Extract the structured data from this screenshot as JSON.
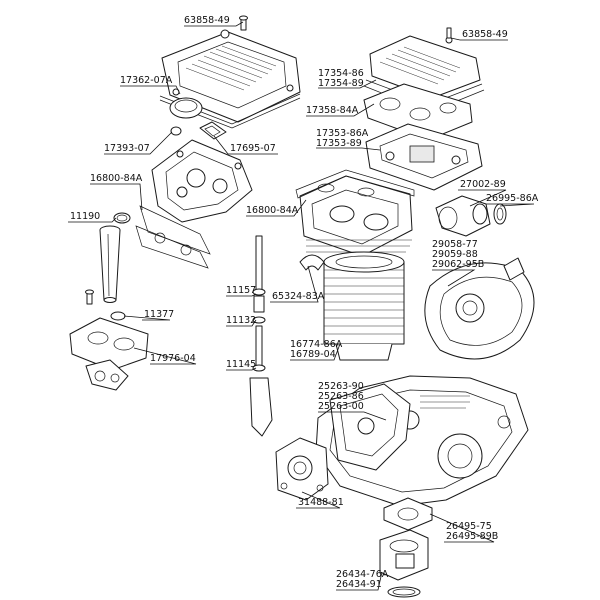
{
  "callouts": [
    {
      "id": "c1",
      "lines": [
        "63858-49"
      ]
    },
    {
      "id": "c2",
      "lines": [
        "63858-49"
      ]
    },
    {
      "id": "c3",
      "lines": [
        "17362-07A"
      ]
    },
    {
      "id": "c4",
      "lines": [
        "17354-86",
        "17354-89"
      ]
    },
    {
      "id": "c5",
      "lines": [
        "17358-84A"
      ]
    },
    {
      "id": "c6",
      "lines": [
        "17393-07"
      ]
    },
    {
      "id": "c7",
      "lines": [
        "17695-07"
      ]
    },
    {
      "id": "c8",
      "lines": [
        "17353-86A",
        "17353-89"
      ]
    },
    {
      "id": "c9",
      "lines": [
        "16800-84A"
      ]
    },
    {
      "id": "c10",
      "lines": [
        "27002-89"
      ]
    },
    {
      "id": "c11",
      "lines": [
        "11190"
      ]
    },
    {
      "id": "c12",
      "lines": [
        "16800-84A"
      ]
    },
    {
      "id": "c13",
      "lines": [
        "26995-86A"
      ]
    },
    {
      "id": "c14",
      "lines": [
        "29058-77",
        "29059-88",
        "29062-95B"
      ]
    },
    {
      "id": "c15",
      "lines": [
        "11157"
      ]
    },
    {
      "id": "c16",
      "lines": [
        "65324-83A"
      ]
    },
    {
      "id": "c17",
      "lines": [
        "11377"
      ]
    },
    {
      "id": "c18",
      "lines": [
        "11132"
      ]
    },
    {
      "id": "c19",
      "lines": [
        "16774-86A",
        "16789-04"
      ]
    },
    {
      "id": "c20",
      "lines": [
        "17976-04"
      ]
    },
    {
      "id": "c21",
      "lines": [
        "11145"
      ]
    },
    {
      "id": "c22",
      "lines": [
        "25263-90",
        "25263-86",
        "25263-00"
      ]
    },
    {
      "id": "c23",
      "lines": [
        "31488-81"
      ]
    },
    {
      "id": "c24",
      "lines": [
        "26495-75",
        "26495-89B"
      ]
    },
    {
      "id": "c25",
      "lines": [
        "26434-76A",
        "26434-91"
      ]
    }
  ]
}
